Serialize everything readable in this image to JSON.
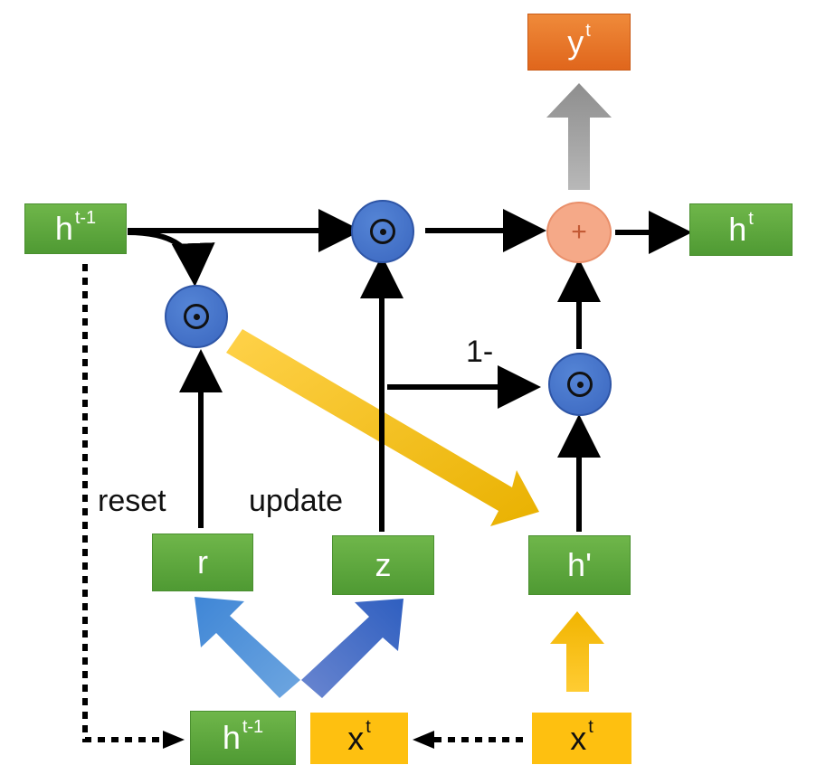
{
  "nodes": {
    "h_prev_top": {
      "base": "h",
      "sup": "t-1"
    },
    "y_out": {
      "base": "y",
      "sup": "t"
    },
    "h_out": {
      "base": "h",
      "sup": "t"
    },
    "reset_gate": {
      "base": "r"
    },
    "update_gate": {
      "base": "z"
    },
    "candidate": {
      "base": "h'"
    },
    "h_prev_bottom": {
      "base": "h",
      "sup": "t-1"
    },
    "x_copy": {
      "base": "x",
      "sup": "t"
    },
    "x_input": {
      "base": "x",
      "sup": "t"
    }
  },
  "labels": {
    "reset": "reset",
    "update": "update",
    "one_minus": "1-",
    "plus": "+"
  },
  "colors": {
    "green": "#5aa63a",
    "orange": "#e8742a",
    "yellow": "#fec010",
    "blue": "#3f6fc9",
    "add": "#f5a988",
    "gray_arrow": "#9a9a9a"
  }
}
